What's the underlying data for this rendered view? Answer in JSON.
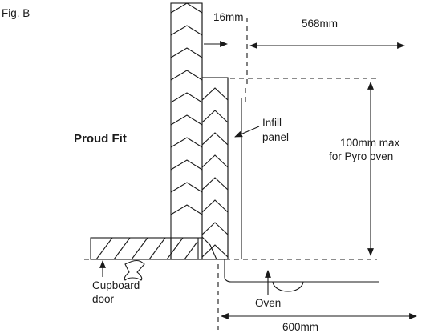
{
  "figure": {
    "label": "Fig. B",
    "title": "Proud Fit"
  },
  "labels": {
    "dim_16": "16mm",
    "dim_568": "568mm",
    "infill_line1": "Infill",
    "infill_line2": "panel",
    "max_line1": "100mm max",
    "max_line2": "for Pyro oven",
    "cupboard_line1": "Cupboard",
    "cupboard_line2": "door",
    "oven": "Oven",
    "dim_600": "600mm"
  }
}
